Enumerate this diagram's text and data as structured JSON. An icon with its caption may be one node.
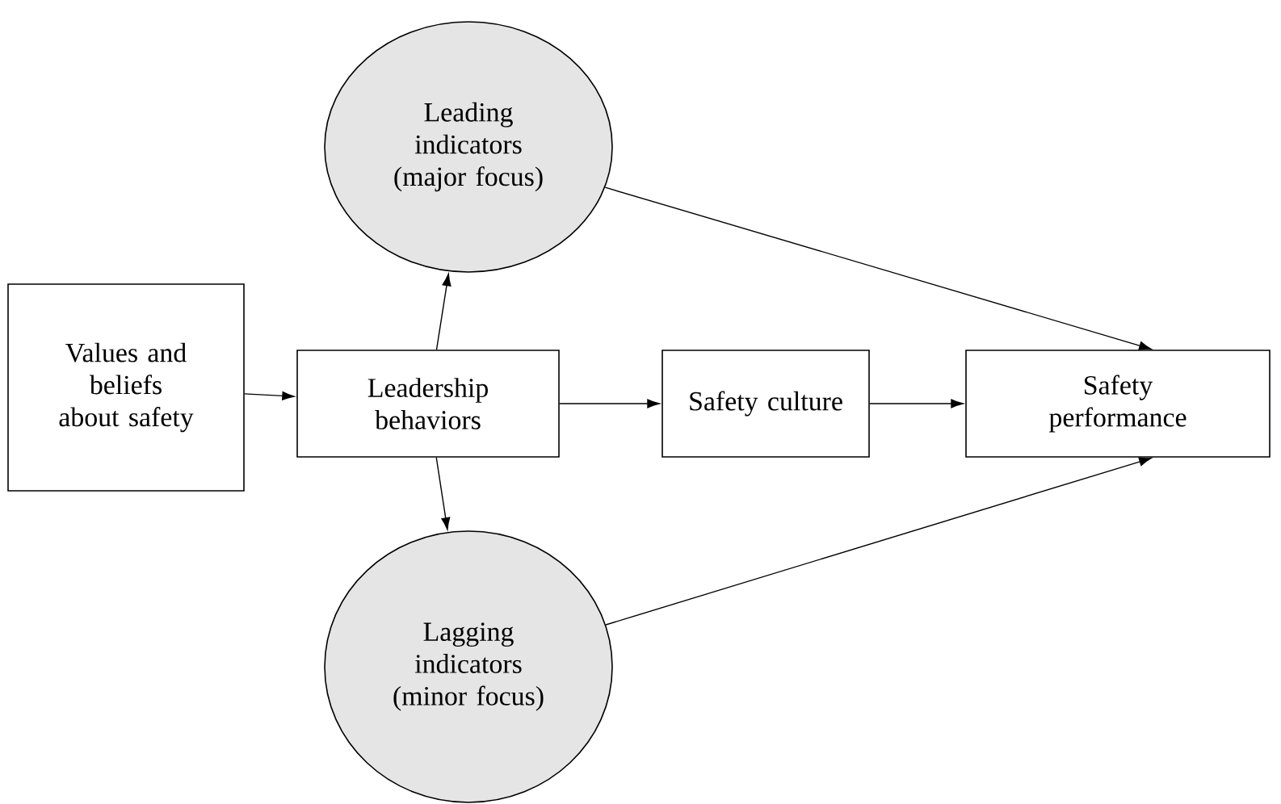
{
  "diagram": {
    "nodes": [
      {
        "text": [
          "Values and beliefs about safety"
        ]
      },
      {
        "text": [
          "Leadership behaviors"
        ]
      },
      {
        "text": [
          "Leading indicators (major focus)"
        ]
      },
      {
        "text": [
          "Lagging indicators (minor focus)"
        ]
      },
      {
        "text": [
          "Safety culture"
        ]
      },
      {
        "text": [
          "Safety performance"
        ]
      }
    ],
    "edges": [
      {
        "from": 0,
        "to": 1,
        "arrow": "to"
      },
      {
        "from": 1,
        "to": 2,
        "arrow": "to"
      },
      {
        "from": 1,
        "to": 3,
        "arrow": "to"
      },
      {
        "from": 1,
        "to": 4,
        "arrow": "to"
      },
      {
        "from": 4,
        "to": 5,
        "arrow": "to"
      },
      {
        "from": 2,
        "to": 5,
        "arrow": "to"
      },
      {
        "from": 3,
        "to": 5,
        "arrow": "to"
      }
    ]
  }
}
